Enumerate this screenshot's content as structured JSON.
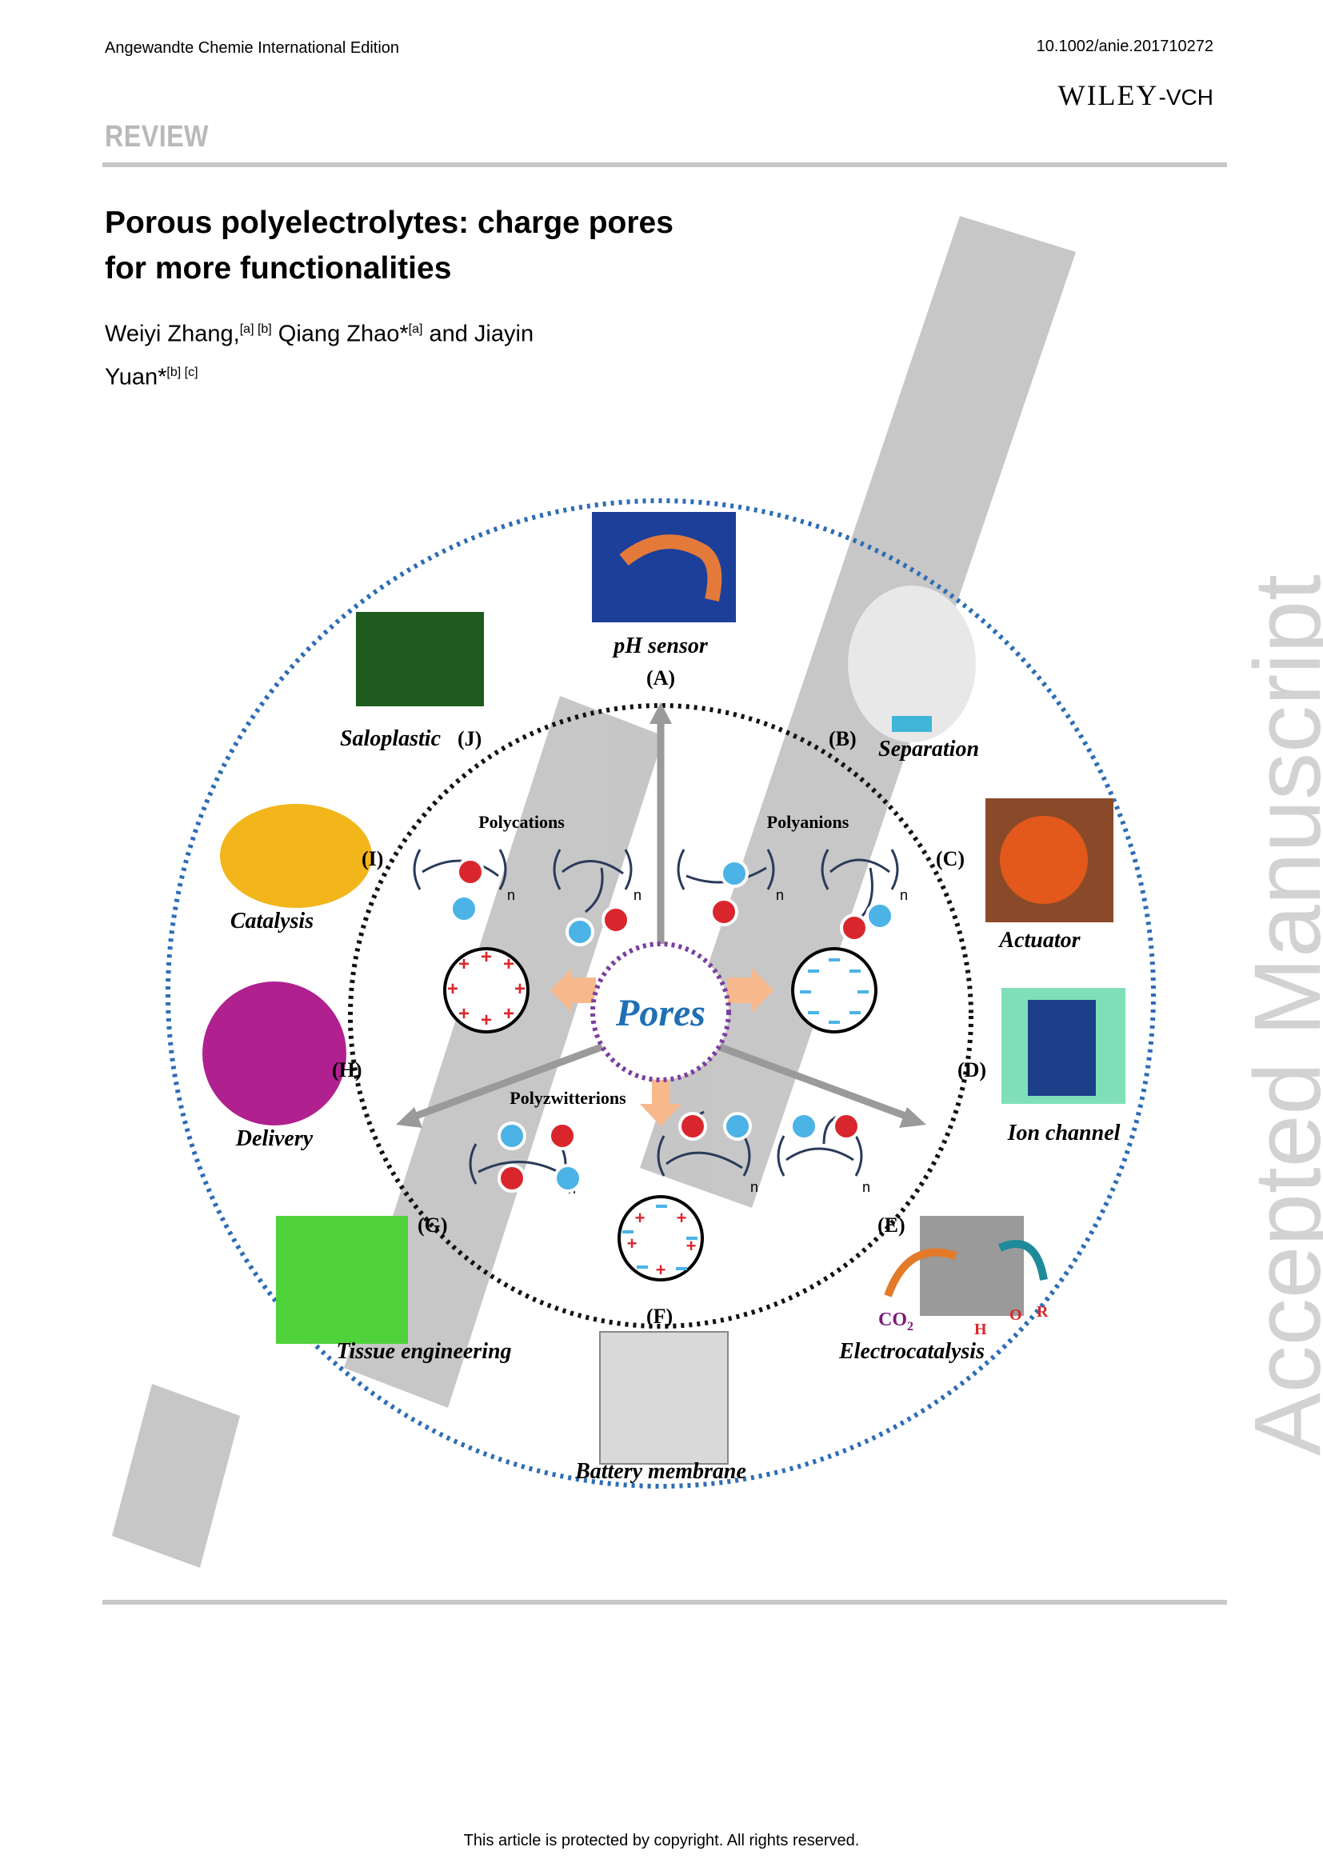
{
  "header": {
    "journal": "Angewandte Chemie International Edition",
    "doi": "10.1002/anie.201710272",
    "publisher_main": "WILEY",
    "publisher_suffix": "-VCH"
  },
  "section_label": "REVIEW",
  "article": {
    "title": "Porous polyelectrolytes: charge pores for more functionalities",
    "authors": {
      "a1": "Weiyi Zhang,",
      "a1_sup": "[a] [b]",
      "a2": " Qiang Zhao*",
      "a2_sup": "[a]",
      "a3": " and Jiayin Yuan*",
      "a3_sup": "[b] [c]"
    }
  },
  "side_text": "Accepted Manuscript",
  "footer": "This article is protected by copyright. All rights reserved.",
  "figure": {
    "center_label": "Pores",
    "groups": {
      "polycations": "Polycations",
      "polyanions": "Polyanions",
      "polyzwitterions": "Polyzwitterions"
    },
    "repeat_unit": "n",
    "applications": [
      {
        "letter": "(A)",
        "name": "pH sensor"
      },
      {
        "letter": "(B)",
        "name": "Separation"
      },
      {
        "letter": "(C)",
        "name": "Actuator"
      },
      {
        "letter": "(D)",
        "name": "Ion channel"
      },
      {
        "letter": "(E)",
        "name": "Electrocatalysis"
      },
      {
        "letter": "(F)",
        "name": "Battery membrane"
      },
      {
        "letter": "(G)",
        "name": "Tissue engineering"
      },
      {
        "letter": "(H)",
        "name": "Delivery"
      },
      {
        "letter": "(I)",
        "name": "Catalysis"
      },
      {
        "letter": "(J)",
        "name": "Saloplastic"
      }
    ],
    "electrocatalysis_chem": {
      "co2": "CO",
      "co2_sub": "2",
      "h": "H",
      "o": "O",
      "r": "R"
    },
    "colors": {
      "outer_ring": "#2e6db5",
      "inner_ring": "#111111",
      "pores_ring": "#7b3f9e",
      "pores_text": "#1f6fb5",
      "cation": "#d9262c",
      "anion": "#4bb3e6",
      "arrow": "#9a9a9a",
      "orange_arrow": "#f7b98c"
    }
  }
}
